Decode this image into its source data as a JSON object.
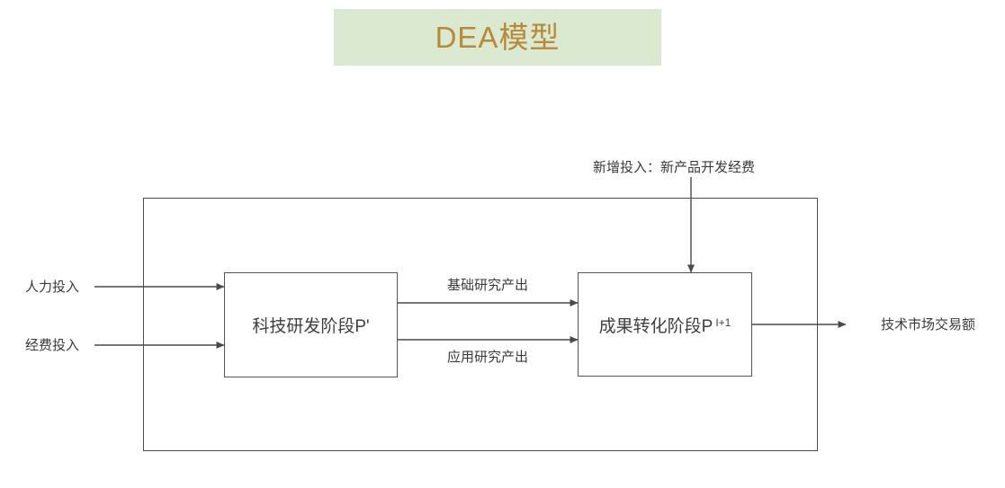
{
  "title": {
    "text": "DEA模型"
  },
  "diagram": {
    "inputs": [
      {
        "label": "人力投入"
      },
      {
        "label": "经费投入"
      }
    ],
    "stage1": {
      "label": "科技研发阶段P'"
    },
    "stage2": {
      "label": "成果转化阶段P",
      "superscript": "I+1"
    },
    "flows": {
      "top_label": "基础研究产出",
      "bottom_label": "应用研究产出"
    },
    "new_input": {
      "label": "新增投入：新产品开发经费"
    },
    "output": {
      "label": "技术市场交易额"
    }
  },
  "colors": {
    "title_bg": "#dbe9d0",
    "title_text": "#b7893a",
    "line": "#4a4a4a",
    "text": "#3a3a3a"
  }
}
